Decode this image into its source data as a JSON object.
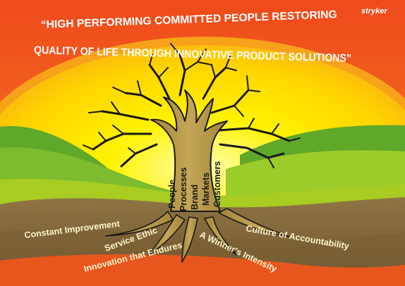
{
  "brand": {
    "logo_text": "stryker"
  },
  "slogan": {
    "line1": "“HIGH PERFORMING COMMITTED PEOPLE RESTORING",
    "line2": "QUALITY OF LIFE THROUGH INNOVATIVE PRODUCT SOLUTIONS”"
  },
  "trunk_labels": [
    "People",
    "Processes",
    "Brand",
    "Markets",
    "Customers"
  ],
  "root_labels": {
    "constant_improvement": "Constant Improvement",
    "service_ethic": "Service Ethic",
    "innovation": "Innovation that Endures",
    "winners_intensity": "A Winner's Intensity",
    "accountability": "Culture of Accountability"
  },
  "colors": {
    "outer_orange": "#f05a1e",
    "sun_yellow": "#ffe600",
    "hill_green": "#6fb52c",
    "hill_light": "#a8cc22",
    "ground_brown": "#8a6a3a",
    "tree_tan": "#b89a4a",
    "outline": "#1a1a1a",
    "text_light": "#fff6cc"
  }
}
